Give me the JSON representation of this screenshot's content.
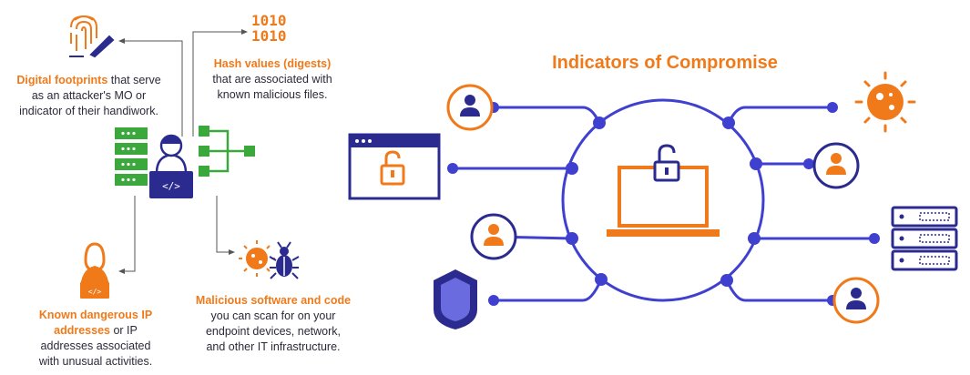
{
  "title": "Indicators of Compromise",
  "binary_icon": {
    "line1": "1010",
    "line2": "1010"
  },
  "captions": {
    "footprints": {
      "highlight": "Digital footprints",
      "rest1": " that serve",
      "line2": "as an attacker's MO or",
      "line3": "indicator of their handiwork."
    },
    "hash": {
      "highlight": "Hash values (digests)",
      "line2": "that are associated with",
      "line3": "known malicious files."
    },
    "ip": {
      "highlight1": "Known dangerous IP",
      "highlight2": "addresses",
      "rest2": " or IP",
      "line3": "addresses associated",
      "line4": "with unusual activities."
    },
    "malware": {
      "highlight": "Malicious software and code",
      "line2": "you can scan for on your",
      "line3": "endpoint devices, network,",
      "line4": "and other IT infrastructure."
    }
  },
  "icons": {
    "fingerprint": "fingerprint-icon",
    "binary": "binary-icon",
    "hacker": "hacker-icon",
    "server": "server-icon",
    "network": "network-icon",
    "person": "person-icon",
    "virus": "virus-icon",
    "bug": "bug-icon",
    "lock": "lock-icon",
    "laptop": "laptop-icon",
    "shield": "shield-icon",
    "browser": "browser-window-icon"
  },
  "colors": {
    "orange": "#f07a1a",
    "navy": "#2b2b8f",
    "green": "#3aa83a",
    "blue": "#4040d0",
    "text": "#2a2a3a"
  }
}
